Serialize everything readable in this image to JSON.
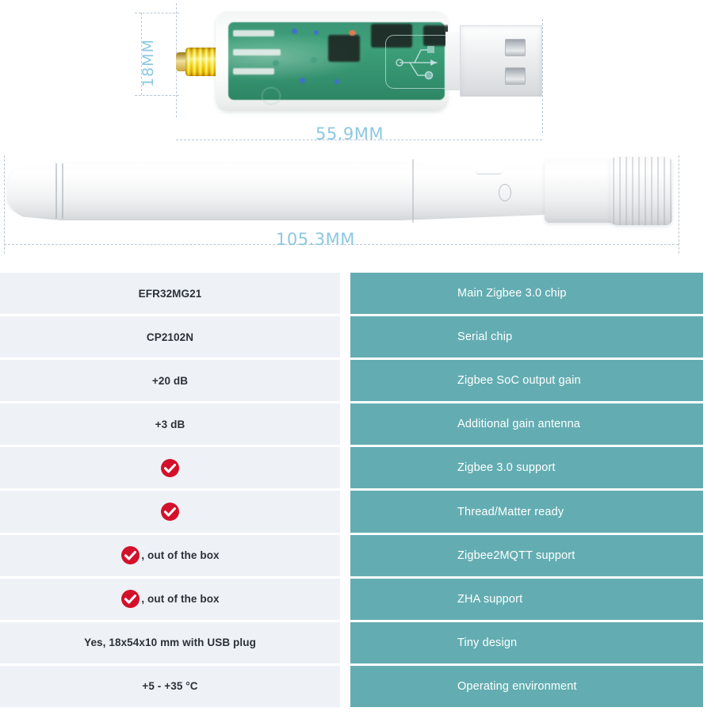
{
  "product_photo": {
    "dongle": {
      "name": "zigbee-usb-dongle",
      "width_label": "55.9MM",
      "height_label": "18MM",
      "usb_logo_name": "usb-trident-icon"
    },
    "antenna": {
      "name": "external-antenna",
      "length_label": "105.3MM"
    },
    "dimension_color": "#8cc8e0"
  },
  "spec_table": {
    "left_column_bg": "#eef2f7",
    "right_column_bg": "#63adb2",
    "check_color": "#d4112a",
    "rows": [
      {
        "value": "EFR32MG21",
        "type": "text",
        "label": "Main Zigbee 3.0 chip"
      },
      {
        "value": "CP2102N",
        "type": "text",
        "label": "Serial chip"
      },
      {
        "value": "+20 dB",
        "type": "text",
        "label": "Zigbee SoC output gain"
      },
      {
        "value": "+3 dB",
        "type": "text",
        "label": "Additional gain antenna"
      },
      {
        "value": "",
        "type": "check",
        "label": "Zigbee 3.0 support"
      },
      {
        "value": "",
        "type": "check",
        "label": "Thread/Matter ready"
      },
      {
        "value": ", out of the box",
        "type": "check-text",
        "label": "Zigbee2MQTT support"
      },
      {
        "value": ", out of the box",
        "type": "check-text",
        "label": "ZHA support"
      },
      {
        "value": "Yes, 18x54x10 mm with USB plug",
        "type": "text",
        "label": "Tiny design"
      },
      {
        "value": "+5 - +35 °C",
        "type": "text",
        "label": "Operating environment"
      }
    ]
  }
}
